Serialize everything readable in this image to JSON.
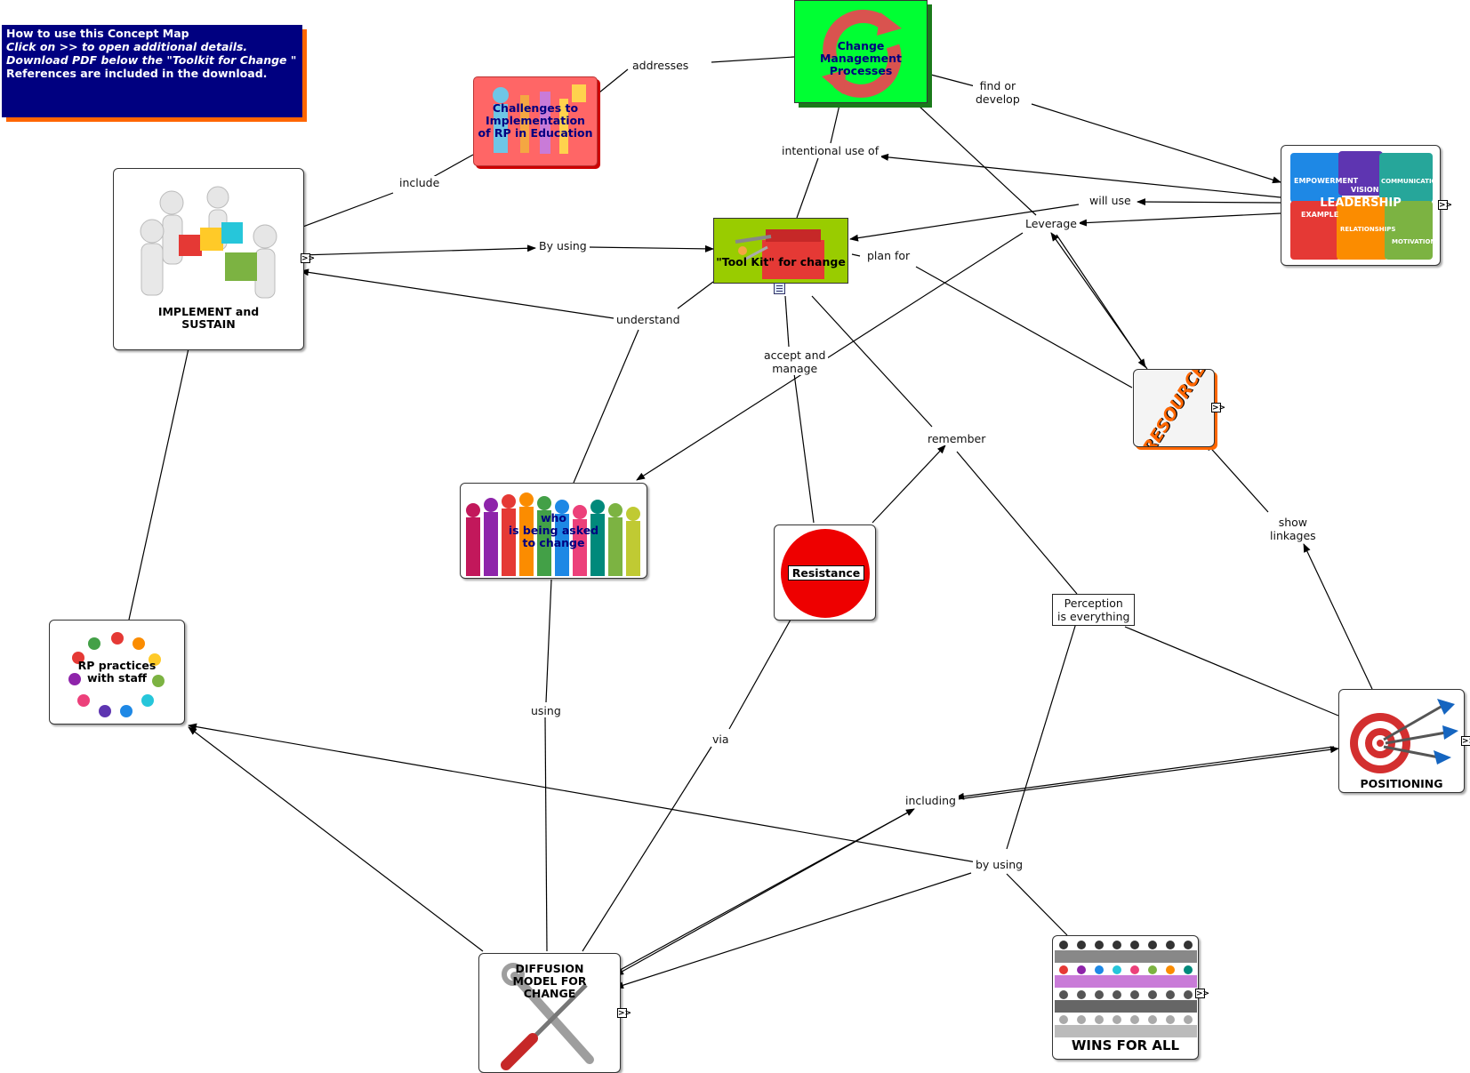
{
  "instructions": {
    "line1": "How to use this Concept Map",
    "line2": "Click on >> to open additional details.",
    "line3": "Download PDF below the \"Toolkit for Change \"",
    "line4": "References are included in the download."
  },
  "nodes": {
    "change_management": "Change Management\nProcesses",
    "challenges": "Challenges to\nImplementation\nof RP in Education",
    "implement": "IMPLEMENT and\nSUSTAIN",
    "toolkit": "\"Tool Kit\" for change",
    "leadership": "LEADERSHIP",
    "leadership_pieces": [
      "EMPOWERMENT",
      "VISION",
      "COMMUNICATION",
      "EXAMPLE",
      "RELATIONSHIPS",
      "MOTIVATION"
    ],
    "resources": "RESOURCES",
    "who": "who\nis being asked\nto change",
    "resistance": "Resistance",
    "perception": "Perception\nis everything",
    "rp_practices": "RP practices\nwith staff",
    "positioning": "POSITIONING",
    "diffusion": "DIFFUSION\nMODEL FOR\nCHANGE",
    "wins": "WINS FOR ALL"
  },
  "links": {
    "addresses": "addresses",
    "find_or_develop": "find or\ndevelop",
    "include": "include",
    "intentional_use_of": "intentional use of",
    "will_use": "will use",
    "by_using_top": "By using",
    "leverage": "Leverage",
    "plan_for": "plan for",
    "understand": "understand",
    "accept_and_manage": "accept and\nmanage",
    "remember": "remember",
    "show_linkages": "show\nlinkages",
    "using": "using",
    "via": "via",
    "including": "including",
    "by_using_bottom": "by using"
  },
  "expand_icon": ">>",
  "colors": {
    "instructions_bg": "#000080",
    "instructions_shadow": "#ff6600",
    "change_mgmt_bg": "#00ff33",
    "challenges_bg": "#ff6666",
    "toolkit_bg": "#99cc00",
    "resistance_red": "#ee0000",
    "resources_orange": "#ff6600"
  }
}
